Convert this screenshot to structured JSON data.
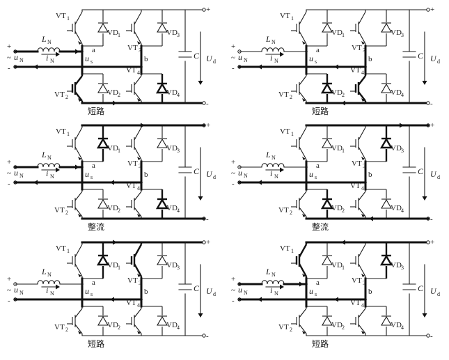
{
  "labels": {
    "vt1": "VT",
    "vt2": "VT",
    "vt3": "VT",
    "vt4": "VT",
    "vd1": "VD",
    "vd2": "VD",
    "vd3": "VD",
    "vd4": "VD",
    "sub1": "1",
    "sub2": "2",
    "sub3": "3",
    "sub4": "4",
    "inductor": "L",
    "inductor_sub": "N",
    "source_u": "u",
    "source_sub": "N",
    "current_i": "i",
    "current_sub": "N",
    "us": "u",
    "us_sub": "s",
    "node_a": "a",
    "node_b": "b",
    "cap": "C",
    "ud": "U",
    "ud_sub": "d",
    "plus": "+",
    "minus": "-",
    "tilde": "~"
  },
  "panels": [
    {
      "caption": "短路"
    },
    {
      "caption": "短路"
    },
    {
      "caption": "整流"
    },
    {
      "caption": "整流"
    },
    {
      "caption": "短路"
    },
    {
      "caption": "短路"
    }
  ]
}
